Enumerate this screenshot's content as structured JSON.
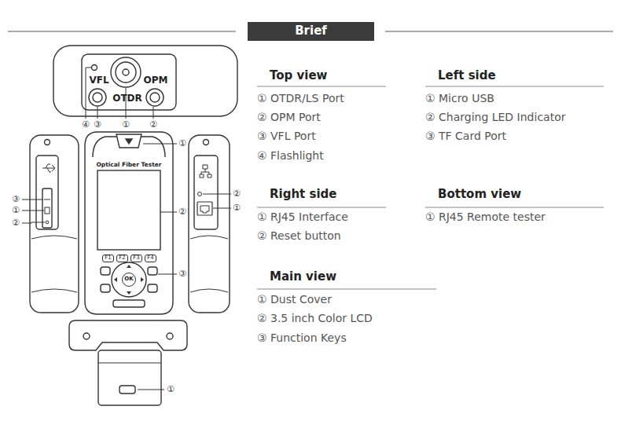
{
  "diagram": {
    "title": "Brief",
    "nodes": [
      {
        "text": [
          "VFL",
          "OTDR",
          "OPM"
        ]
      },
      {
        "text": [
          "Optical Fiber Tester"
        ]
      },
      {
        "text": [
          "F1"
        ],
        "in": 1
      },
      {
        "text": [
          "F2"
        ],
        "in": 1
      },
      {
        "text": [
          "F3"
        ],
        "in": 1
      },
      {
        "text": [
          "F4"
        ],
        "in": 1
      },
      {
        "text": [
          "OK"
        ],
        "in": 1
      }
    ],
    "labels": [
      "④",
      "③",
      "①",
      "②",
      "①",
      "②",
      "③",
      "③",
      "①",
      "②",
      "②",
      "①",
      "①",
      "Top view",
      "① OTDR/LS Port",
      "② OPM Port",
      "③ VFL Port",
      "④ Flashlight",
      "Left side",
      "① Micro USB",
      "② Charging LED Indicator",
      "③ TF Card Port",
      "Right side",
      "① RJ45 Interface",
      "② Reset button",
      "Bottom view",
      "① RJ45 Remote tester",
      "Main view",
      "① Dust Cover",
      "② 3.5 inch Color LCD",
      "③ Function Keys"
    ]
  }
}
